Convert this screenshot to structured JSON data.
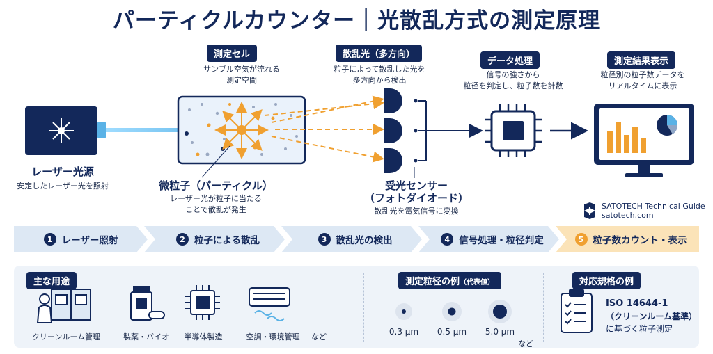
{
  "title": "パーティクルカウンター｜光散乱方式の測定原理",
  "laser": {
    "label": "レーザー光源",
    "desc": "安定したレーザー光を照射"
  },
  "cell": {
    "label": "測定セル",
    "desc1": "サンプル空気が流れる",
    "desc2": "測定空間"
  },
  "particle": {
    "label": "微粒子（パーティクル）",
    "desc1": "レーザー光が粒子に当たる",
    "desc2": "ことで散乱が発生"
  },
  "scatter": {
    "label": "散乱光（多方向）",
    "desc1": "粒子によって散乱した光を",
    "desc2": "多方向から検出"
  },
  "receiver": {
    "label1": "受光センサー",
    "label2": "（フォトダイオード）",
    "desc": "散乱光を電気信号に変換"
  },
  "processing": {
    "label": "データ処理",
    "desc1": "信号の強さから",
    "desc2": "粒径を判定し、粒子数を計数"
  },
  "display": {
    "label": "測定結果表示",
    "desc1": "粒径別の粒子数データを",
    "desc2": "リアルタイムに表示"
  },
  "brand": {
    "name": "SATOTECH Technical Guide",
    "url": "satotech.com"
  },
  "steps": [
    {
      "num": "1",
      "label": "レーザー照射"
    },
    {
      "num": "2",
      "label": "粒子による散乱"
    },
    {
      "num": "3",
      "label": "散乱光の検出"
    },
    {
      "num": "4",
      "label": "信号処理・粒径判定"
    },
    {
      "num": "5",
      "label": "粒子数カウント・表示"
    }
  ],
  "uses": {
    "title": "主な用途",
    "items": [
      "クリーンルーム管理",
      "製薬・バイオ",
      "半導体製造",
      "空調・環境管理"
    ],
    "etc": "など"
  },
  "sizes": {
    "title": "測定粒径の例",
    "title_note": "（代表値）",
    "items": [
      "0.3 μm",
      "0.5 μm",
      "5.0 μm"
    ],
    "etc": "など"
  },
  "standards": {
    "title": "対応規格の例",
    "line1": "ISO 14644-1",
    "line2": "（クリーンルーム基準）",
    "line3": "に基づく粒子測定"
  },
  "colors": {
    "navy": "#13285a",
    "orange": "#f0a030",
    "laser_blue": "#6fc3ee",
    "step_bg": "#dde8f4",
    "step_last_bg": "#fbe3b8"
  }
}
